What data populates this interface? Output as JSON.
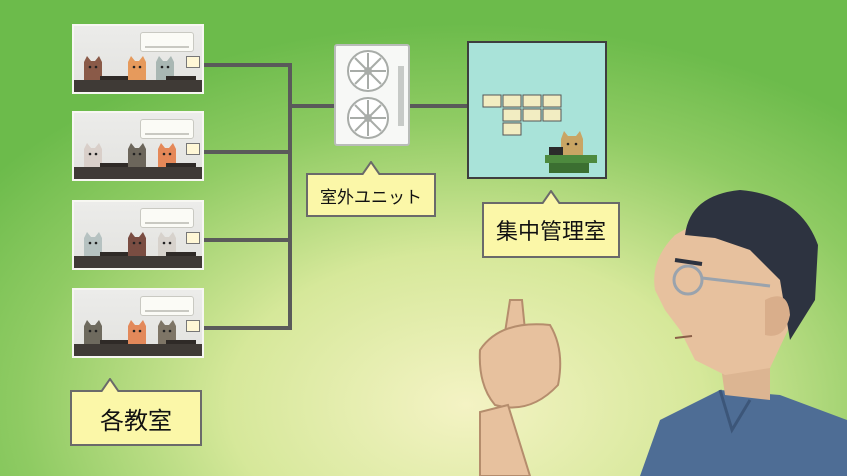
{
  "labels": {
    "outdoor_unit": "室外ユニット",
    "central_control_room": "集中管理室",
    "classrooms": "各教室"
  },
  "colors": {
    "label_fill": "#fbf7a8",
    "control_room_fill": "#a9e3d9",
    "wire": "#5a5a5a"
  },
  "icons": [
    "air-conditioner-icon",
    "fan-icon",
    "cat-icon",
    "laptop-icon",
    "pointing-hand-icon"
  ]
}
